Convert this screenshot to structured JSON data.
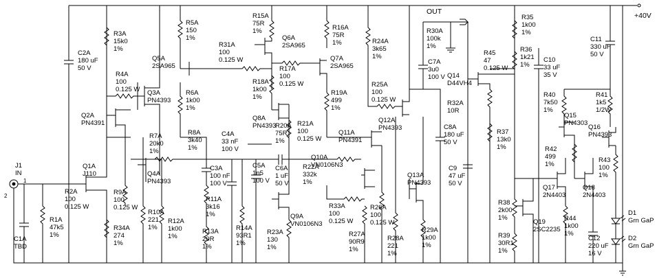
{
  "labels": {
    "out": "OUT",
    "supply": "+40V",
    "j1": [
      "J1",
      "IN"
    ],
    "j1_pin1": "1",
    "j1_pin2": "2",
    "c1a": [
      "C1A",
      "TBD"
    ],
    "r1a": [
      "R1A",
      "47k5",
      "1%"
    ],
    "c2a": [
      "C2A",
      "180 uF",
      "50 V"
    ],
    "r3a": [
      "R3A",
      "15k0",
      "1%"
    ],
    "r4a": [
      "R4A",
      "100",
      "0.125 W"
    ],
    "q2a": [
      "Q2A",
      "PN4391"
    ],
    "q3a": [
      "Q3A",
      "PN4393"
    ],
    "q1a": [
      "Q1A",
      "J110"
    ],
    "r2a": [
      "R2A",
      "100",
      "0.125 W"
    ],
    "r9a": [
      "R9A",
      "100",
      "0.125 W"
    ],
    "r34a": [
      "R34A",
      "274",
      "1%"
    ],
    "r5a": [
      "R5A",
      "150",
      "1%"
    ],
    "q5a": [
      "Q5A",
      "2SA965"
    ],
    "r6a": [
      "R6A",
      "1k00",
      "1%"
    ],
    "r7a": [
      "R7A",
      "20k0",
      "1%"
    ],
    "r8a": [
      "R8A",
      "3k40",
      "1%"
    ],
    "q4a": [
      "Q4A",
      "PN4393"
    ],
    "r10a": [
      "R10A",
      "221",
      "1%"
    ],
    "r12a": [
      "R12A",
      "1k00",
      "1%"
    ],
    "r31a": [
      "R31A",
      "100",
      "0.125 W"
    ],
    "r15a": [
      "R15A",
      "75R",
      "1%"
    ],
    "q6a": [
      "Q6A",
      "2SA965"
    ],
    "r16a": [
      "R16A",
      "75R",
      "1%"
    ],
    "q7a": [
      "Q7A",
      "2SA965"
    ],
    "r17a": [
      "R17A",
      "100",
      "0.125 W"
    ],
    "r18a": [
      "R18A",
      "1k00",
      "1%"
    ],
    "r19a": [
      "R19A",
      "499",
      "1%"
    ],
    "q8a": [
      "Q8A",
      "PN4393"
    ],
    "r20a": [
      "R20A",
      "75R",
      "1%"
    ],
    "r21a": [
      "R21A",
      "100",
      "0.125 W"
    ],
    "c4a": [
      "C4A",
      "33 nF",
      "100 V"
    ],
    "c3a": [
      "C3A",
      "100 nF",
      "100 V"
    ],
    "r11a": [
      "R11A",
      "3k16",
      "1%"
    ],
    "r13a": [
      "R13A",
      "20R",
      "1%"
    ],
    "r14a": [
      "R14A",
      "93R1",
      "1%"
    ],
    "c5a": [
      "C5A",
      "1n5",
      "100 V"
    ],
    "c6a": [
      "C6A",
      "1 uF",
      "50 V"
    ],
    "q9a": [
      "Q9A",
      "VN0106N3"
    ],
    "r23a": [
      "R23A",
      "130",
      "1%"
    ],
    "r22a": [
      "R22A",
      "332k",
      "1%"
    ],
    "q10a": [
      "Q10A",
      "VN0106N3"
    ],
    "r33a": [
      "R33A",
      "100",
      "0.125 W"
    ],
    "q11a": [
      "Q11A",
      "PN4391"
    ],
    "r24a": [
      "R24A",
      "3k65",
      "1%"
    ],
    "r25a": [
      "R25A",
      "100",
      "0.125 W"
    ],
    "q12a": [
      "Q12A",
      "PN4393"
    ],
    "r26a": [
      "R26A",
      "100",
      "0.125 W"
    ],
    "r27a": [
      "R27A",
      "90R9",
      "1%"
    ],
    "r28a": [
      "R28A",
      "221",
      "1%"
    ],
    "q13a": [
      "Q13A",
      "PN4393"
    ],
    "r29a": [
      "R29A",
      "1k00",
      "1%"
    ],
    "r30a": [
      "R30A",
      "100k",
      "1%"
    ],
    "c7a": [
      "C7A",
      "3u0",
      "100 V"
    ],
    "q14": [
      "Q14",
      "D44VH4"
    ],
    "r32a": [
      "R32A",
      "10R"
    ],
    "c8a": [
      "C8A",
      "180 uF",
      "50 V"
    ],
    "c9": [
      "C9",
      "47 uF",
      "50 V"
    ],
    "r45": [
      "R45",
      "47",
      "0.125 W"
    ],
    "r35": [
      "R35",
      "1k00",
      "1%"
    ],
    "r36": [
      "R36",
      "1k21",
      "1%"
    ],
    "c10": [
      "C10",
      "33 uF",
      "35 V"
    ],
    "c11": [
      "C11",
      "330 uF",
      "50 V"
    ],
    "r37": [
      "R37",
      "13k0",
      "1%"
    ],
    "r40": [
      "R40",
      "7k50",
      "1%"
    ],
    "r41": [
      "R41",
      "1k5",
      "1/2W"
    ],
    "q15": [
      "Q15",
      "PN4303"
    ],
    "q16": [
      "Q16",
      "PN4393"
    ],
    "r42": [
      "R42",
      "499",
      "1%"
    ],
    "r43": [
      "R43",
      "100",
      "1%"
    ],
    "q17": [
      "Q17",
      "2N4403"
    ],
    "q18": [
      "Q18",
      "2N4403"
    ],
    "r38": [
      "R38",
      "2k00",
      "1%"
    ],
    "q19": [
      "Q19",
      "2SC2235"
    ],
    "r39": [
      "R39",
      "30R1",
      "1%"
    ],
    "r44": [
      "R44",
      "1k00",
      "1%"
    ],
    "c12": [
      "C12",
      "220 uF",
      "16 V"
    ],
    "d1": [
      "D1",
      "Grn GaP"
    ],
    "d2": [
      "D2",
      "Grn GaP"
    ]
  }
}
